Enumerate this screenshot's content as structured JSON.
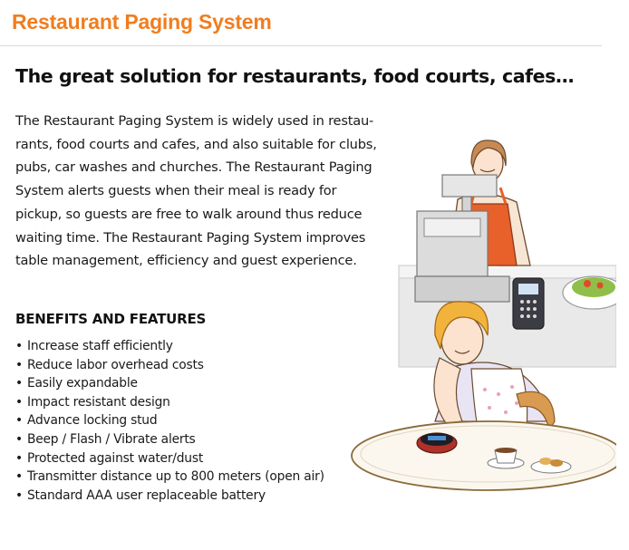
{
  "header": {
    "title": "Restaurant Paging System"
  },
  "headline": "The great solution for restaurants, food courts, cafes…",
  "intro_lines": [
    "The Restaurant Paging System is widely used in restau-",
    "rants, food courts and cafes, and also suitable for clubs,",
    "pubs, car washes and churches. The Restaurant Paging",
    "System alerts guests when their meal is ready for",
    "pickup, so guests are free to walk around thus reduce",
    "waiting time. The Restaurant Paging System improves",
    "table management, efficiency and guest experience."
  ],
  "benefits": {
    "heading": "BENEFITS AND FEATURES",
    "items": [
      "Increase staff efficiently",
      "Reduce labor overhead costs",
      "Easily expandable",
      "Impact resistant design",
      "Advance locking stud",
      "Beep / Flash / Vibrate alerts",
      "Protected against water/dust",
      "Transmitter distance up to 800 meters (open air)",
      "Standard AAA user replaceable battery"
    ]
  },
  "colors": {
    "title": "#f07d1f",
    "apron": "#e8602a",
    "hair": "#f2b33d"
  },
  "illustration": {
    "name": "restaurant-paging-illustration"
  }
}
